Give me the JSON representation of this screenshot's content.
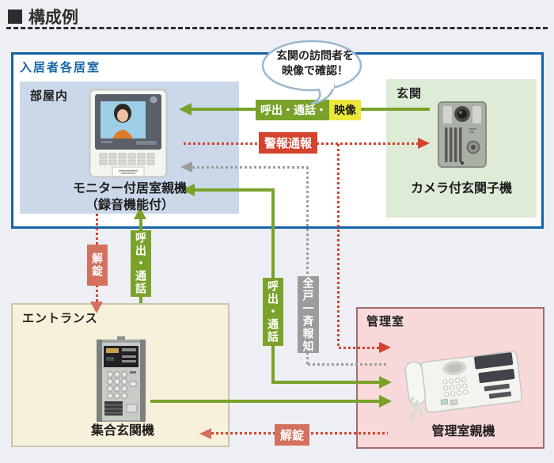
{
  "title": "構成例",
  "bubble": {
    "line1": "玄関の訪問者を",
    "line2": "映像で確認！"
  },
  "residence_box": {
    "label": "入居者各居室"
  },
  "room_box": {
    "label": "部屋内",
    "device_line1": "モニター付居室親機",
    "device_line2": "（録音機能付）"
  },
  "genkan_box": {
    "label": "玄関",
    "device_label": "カメラ付玄関子機"
  },
  "entrance_box": {
    "label": "エントランス",
    "device_label": "集合玄関機"
  },
  "office_box": {
    "label": "管理室",
    "device_label": "管理室親機"
  },
  "flows": {
    "call_talk_video": {
      "main": "呼出・通話・",
      "highlight": "映像"
    },
    "alarm": "警報通報",
    "unlock_down": "解錠",
    "call_talk_up": "呼出・通話",
    "call_talk_office": "呼出・通話",
    "broadcast": "全戸一斉報知",
    "unlock_left": "解錠"
  },
  "colors": {
    "frame_blue": "#1563a8",
    "accent_green": "#7aa22a",
    "highlight_yellow": "#ece73a",
    "accent_red": "#d4432e",
    "accent_salmon": "#d4705e",
    "accent_gray": "#9c9c9c",
    "room_bg": "#cbd8ea",
    "genkan_bg": "#deebd7",
    "entrance_bg": "#f7f0da",
    "office_bg": "#f8d9d9"
  }
}
